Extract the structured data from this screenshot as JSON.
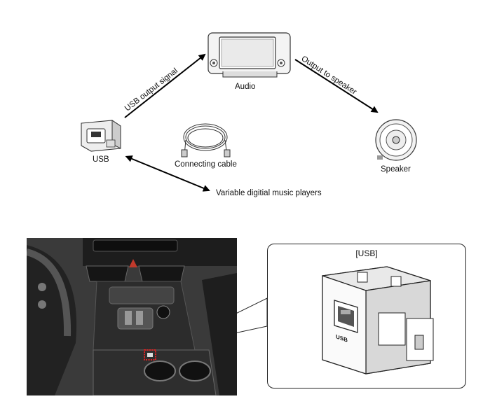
{
  "diagram": {
    "audio_label": "Audio",
    "usb_label": "USB",
    "speaker_label": "Speaker",
    "cable_label": "Connecting cable",
    "usb_signal_label": "USB output signal",
    "speaker_output_label": "Output to speaker",
    "players_label": "Variable digitial music players"
  },
  "inset": {
    "title": "[USB]",
    "port_text": "USB"
  }
}
